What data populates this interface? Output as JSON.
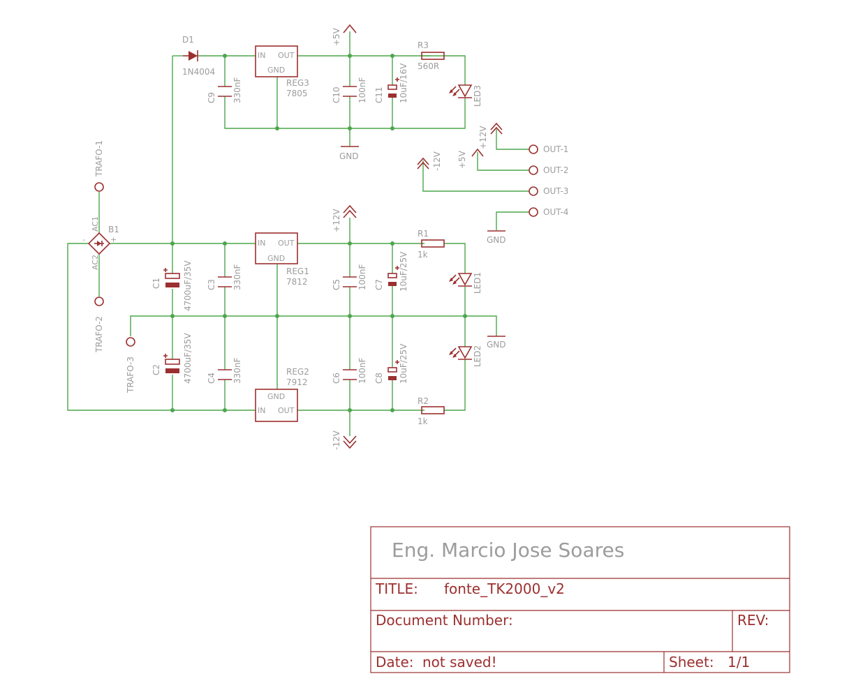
{
  "schematic": {
    "components": {
      "D1": {
        "ref": "D1",
        "value": "1N4004"
      },
      "REG3": {
        "ref": "REG3",
        "value": "7805"
      },
      "REG1": {
        "ref": "REG1",
        "value": "7812"
      },
      "REG2": {
        "ref": "REG2",
        "value": "7912"
      },
      "B1": {
        "ref": "B1"
      },
      "C1": {
        "ref": "C1",
        "value": "4700uF/35V"
      },
      "C2": {
        "ref": "C2",
        "value": "4700uF/35V"
      },
      "C3": {
        "ref": "C3",
        "value": "330nF"
      },
      "C4": {
        "ref": "C4",
        "value": "330nF"
      },
      "C5": {
        "ref": "C5",
        "value": "100nF"
      },
      "C6": {
        "ref": "C6",
        "value": "100nF"
      },
      "C7": {
        "ref": "C7",
        "value": "10uF/25V"
      },
      "C8": {
        "ref": "C8",
        "value": "10uF/25V"
      },
      "C9": {
        "ref": "C9",
        "value": "330nF"
      },
      "C10": {
        "ref": "C10",
        "value": "100nF"
      },
      "C11": {
        "ref": "C11",
        "value": "10uF/16V"
      },
      "R1": {
        "ref": "R1",
        "value": "1k"
      },
      "R2": {
        "ref": "R2",
        "value": "1k"
      },
      "R3": {
        "ref": "R3",
        "value": "560R"
      },
      "LED1": {
        "ref": "LED1"
      },
      "LED2": {
        "ref": "LED2"
      },
      "LED3": {
        "ref": "LED3"
      }
    },
    "pins": {
      "in": "IN",
      "out": "OUT",
      "gnd": "GND",
      "ac1": "AC1",
      "ac2": "AC2",
      "plus": "+",
      "minus": "-"
    },
    "nets": {
      "p5v": "+5V",
      "p12v": "+12V",
      "m12v": "-12V",
      "gnd": "GND"
    },
    "connectors": {
      "trafo1": "TRAFO-1",
      "trafo2": "TRAFO-2",
      "trafo3": "TRAFO-3",
      "out1": "OUT-1",
      "out2": "OUT-2",
      "out3": "OUT-3",
      "out4": "OUT-4"
    }
  },
  "title_block": {
    "author": "Eng. Marcio Jose Soares",
    "title_label": "TITLE:",
    "title_value": "fonte_TK2000_v2",
    "doc_number_label": "Document Number:",
    "rev_label": "REV:",
    "date_label": "Date:",
    "date_value": "not saved!",
    "sheet_label": "Sheet:",
    "sheet_value": "1/1"
  },
  "colors": {
    "wire": "#4ca64c",
    "symbol": "#9c2f2f",
    "text": "#9c9c9c",
    "background": "#ffffff"
  }
}
